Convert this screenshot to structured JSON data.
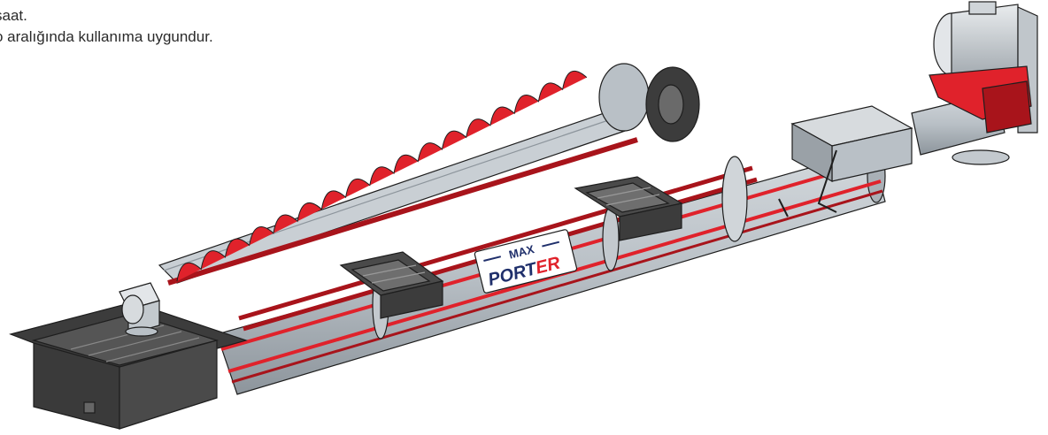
{
  "caption": {
    "line1": "saat.",
    "line2": "o aralığında kullanıma uygundur."
  },
  "logo": {
    "top": "MAX",
    "bottom_a": "PORT",
    "bottom_b": "ER"
  },
  "colors": {
    "gray": "#b9c0c6",
    "gray_dark": "#8d959c",
    "red": "#e0222b",
    "red_dark": "#a8141b",
    "charcoal": "#3c3c3c",
    "navy": "#1f2f6b",
    "outline": "#1e1e1e"
  }
}
